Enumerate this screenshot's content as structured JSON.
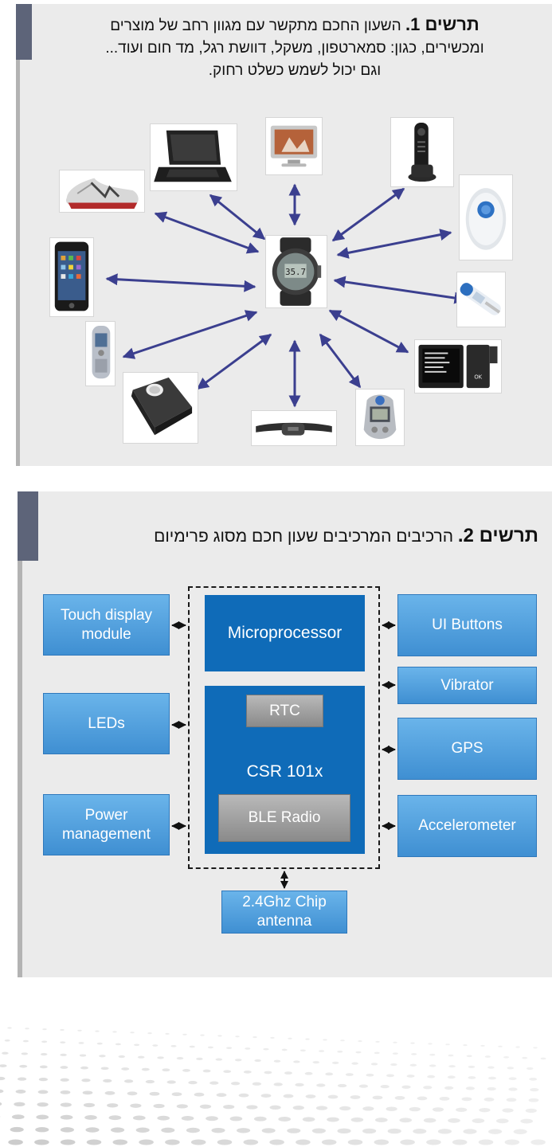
{
  "figure1": {
    "caption_bold": "תרשים 1.",
    "caption_line1": " השעון החכם מתקשר עם מגוון רחב של מוצרים",
    "caption_line2": "ומכשירים, כגון: סמארטפון, משקל, דוושת רגל, מד חום ועוד...",
    "caption_line3": "וגם יכול לשמש כשלט רחוק.",
    "center_device": "smartwatch",
    "devices": [
      "laptop",
      "smart-tv",
      "tv-remote",
      "running-shoe",
      "panic-button",
      "smartphone",
      "thermometer",
      "cellphone",
      "glucose-meter",
      "bathroom-scale",
      "heart-rate-strap",
      "pedometer"
    ]
  },
  "figure2": {
    "caption_bold": "תרשים 2.",
    "caption_rest": " הרכיבים המרכיבים שעון חכם מסוג פרימיום",
    "blocks": {
      "touch_display": "Touch display module",
      "leds": "LEDs",
      "power": "Power management",
      "microprocessor": "Microprocessor",
      "rtc": "RTC",
      "csr": "CSR 101x",
      "ble": "BLE Radio",
      "ui_buttons": "UI Buttons",
      "vibrator": "Vibrator",
      "gps": "GPS",
      "accelerometer": "Accelerometer",
      "antenna": "2.4Ghz Chip antenna"
    },
    "colors": {
      "block_light": "#4a9be0",
      "block_dark": "#0f6bb8",
      "block_gray": "#9a9a9a",
      "arrow": "#3b3f8f"
    }
  }
}
